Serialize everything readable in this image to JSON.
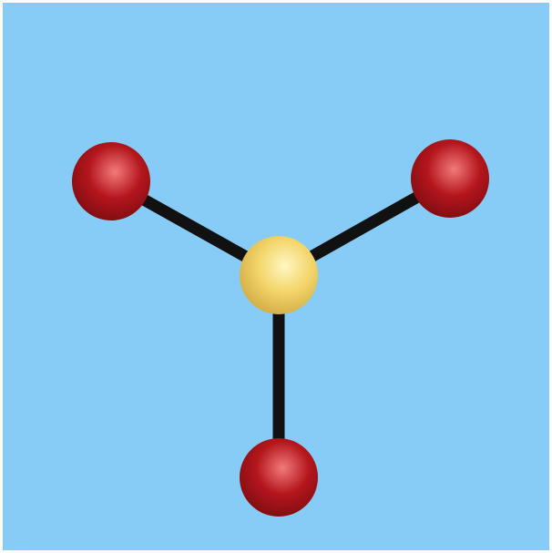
{
  "scene": {
    "background_color": "#87CCF7",
    "bond_color": "#111111",
    "molecule": {
      "center_atom": {
        "element_color": "#F3D66A",
        "highlight_color": "#FFF6C2",
        "shadow_color": "#C9A13A"
      },
      "outer_atoms": [
        {
          "id": "atom-upper-left",
          "element_color": "#B4161C",
          "highlight_color": "#F27A7A",
          "shadow_color": "#6E0A0D"
        },
        {
          "id": "atom-upper-right",
          "element_color": "#B4161C",
          "highlight_color": "#F27A7A",
          "shadow_color": "#6E0A0D"
        },
        {
          "id": "atom-bottom",
          "element_color": "#B4161C",
          "highlight_color": "#F27A7A",
          "shadow_color": "#6E0A0D"
        }
      ]
    }
  }
}
